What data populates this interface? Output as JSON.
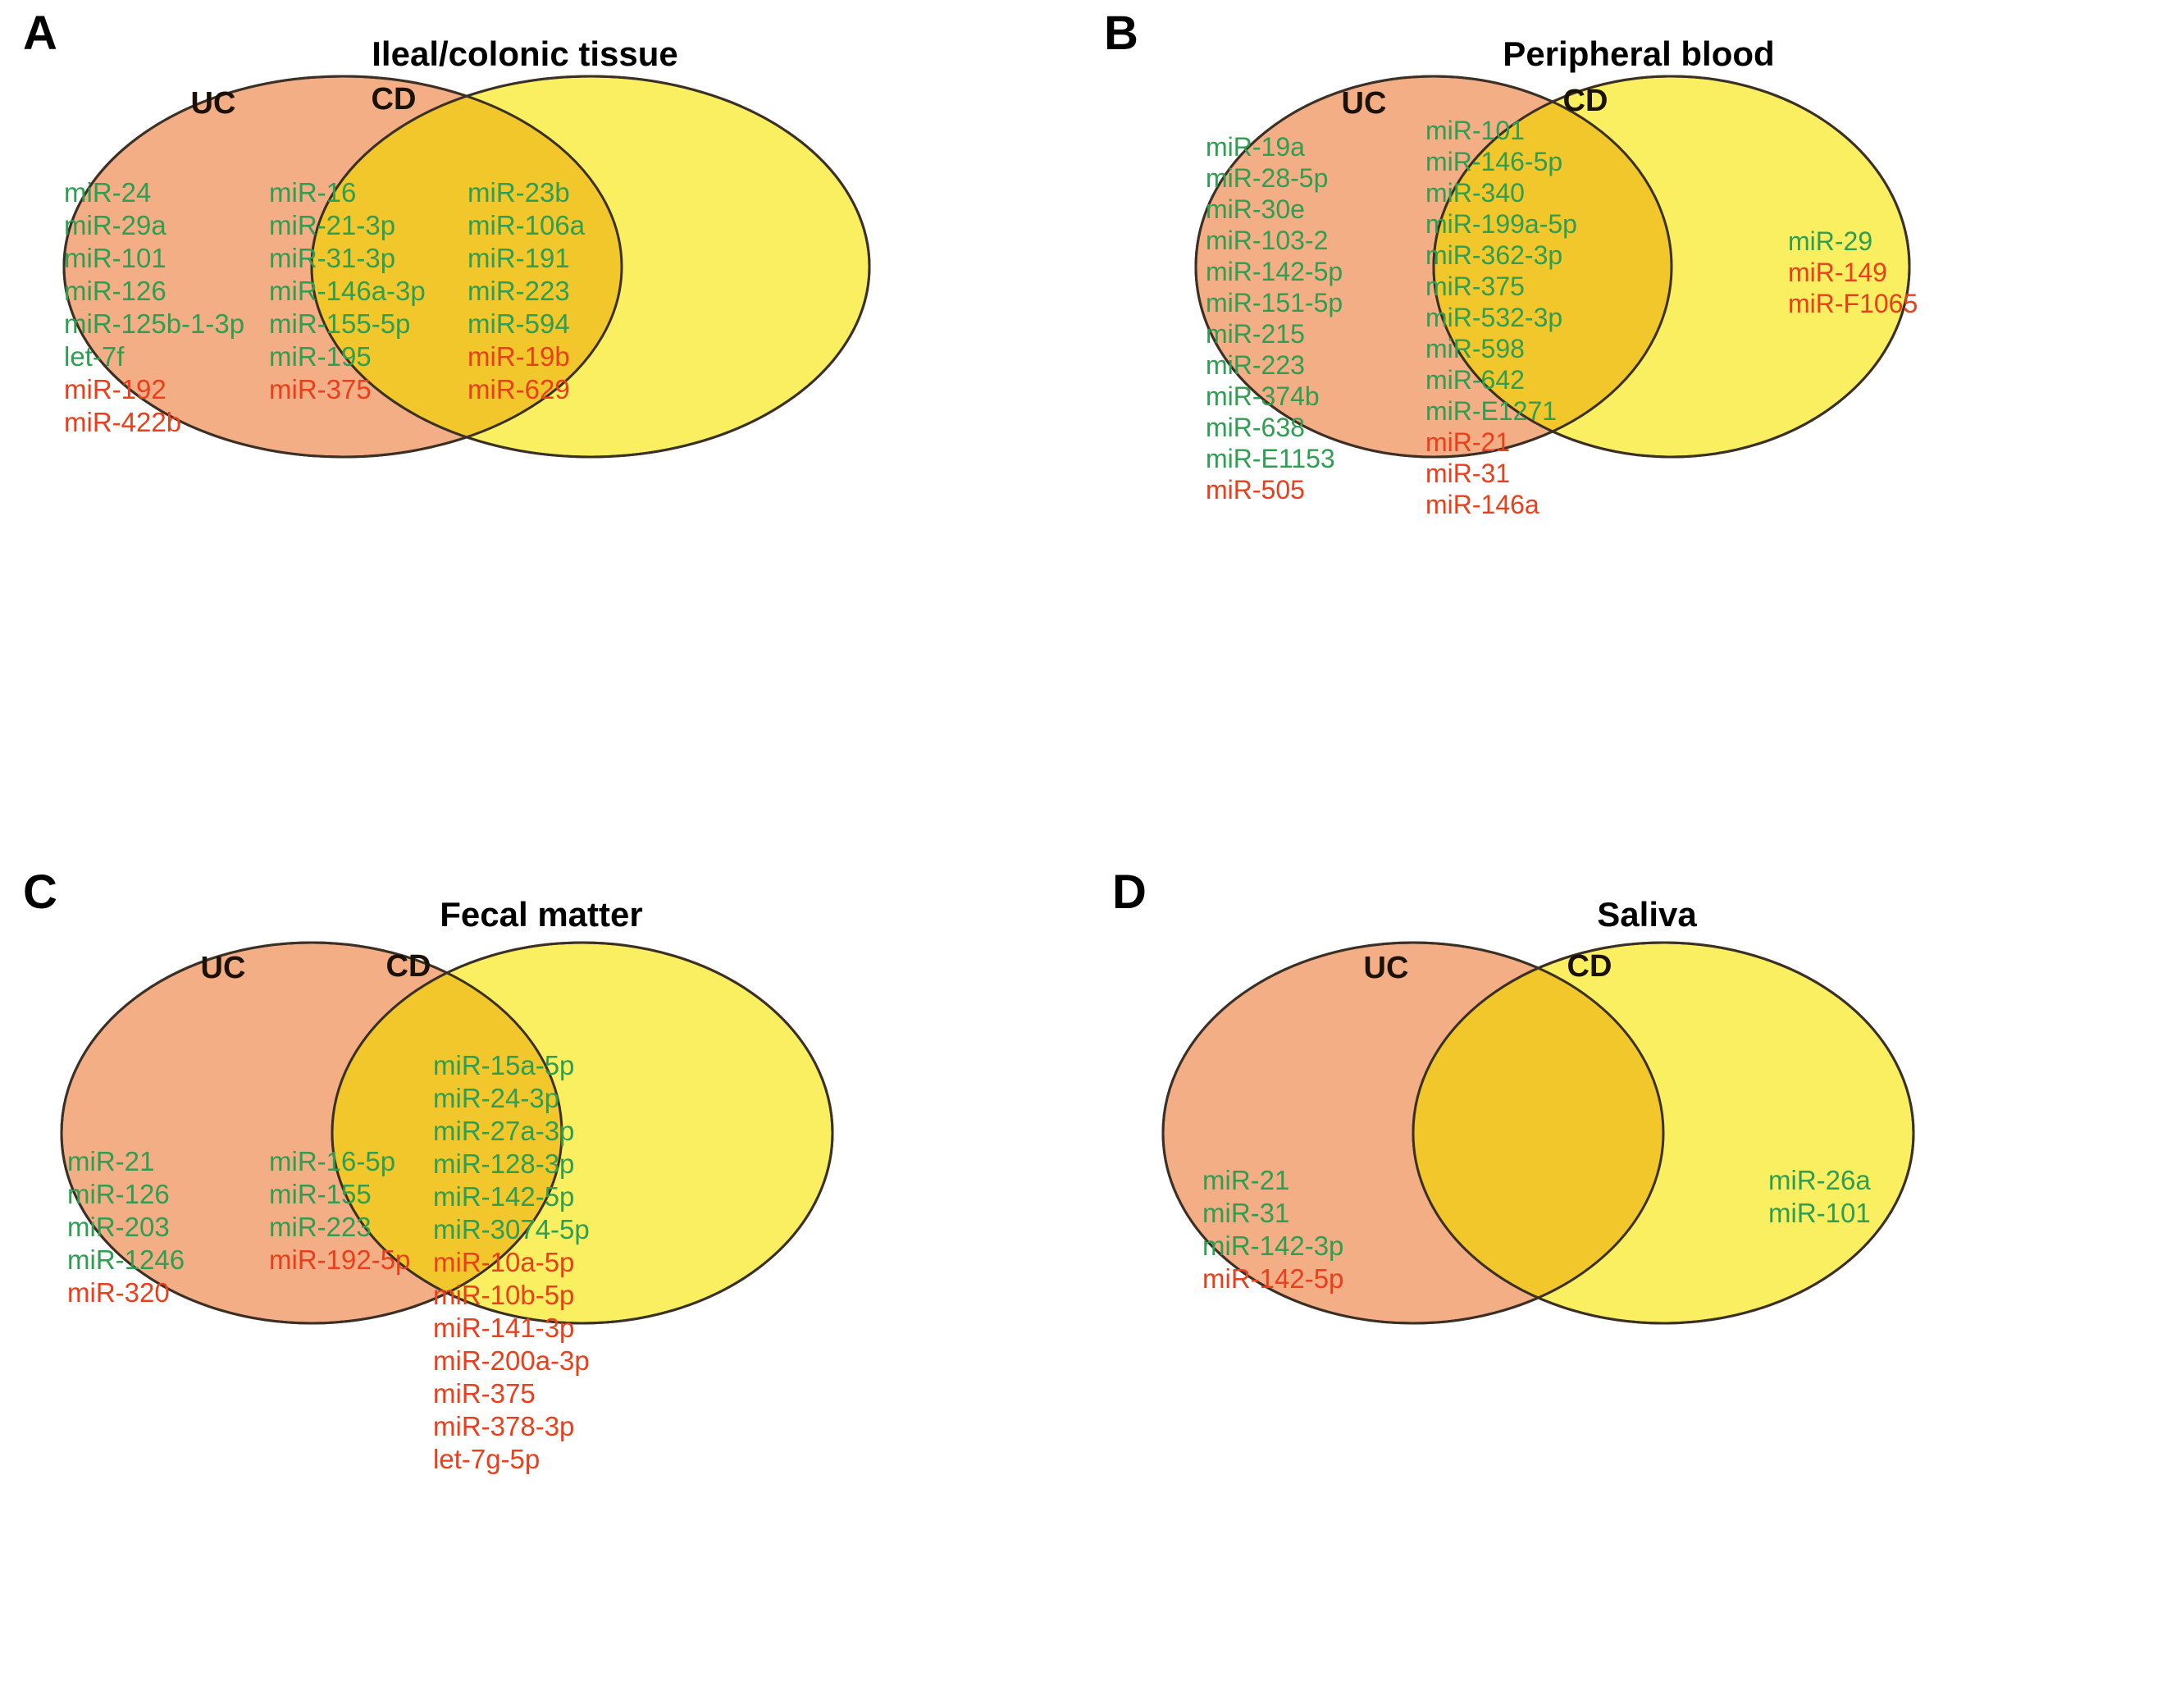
{
  "figure": {
    "colors": {
      "uc_fill": "#F3AE86",
      "cd_fill": "#FAEE55",
      "overlap_fill": "#F2C72B",
      "outline": "#3a3026",
      "upregulated": "#2f9e52",
      "downregulated": "#e8401c",
      "label_text": "#1a1208",
      "background": "#ffffff"
    },
    "set_labels": {
      "left": "UC",
      "right": "CD"
    }
  },
  "panels": [
    {
      "letter": "A",
      "title": "Ileal/colonic tissue",
      "uc_only": [
        {
          "name": "miR-24",
          "color": "g"
        },
        {
          "name": "miR-29a",
          "color": "g"
        },
        {
          "name": "miR-101",
          "color": "g"
        },
        {
          "name": "miR-126",
          "color": "g"
        },
        {
          "name": "miR-125b-1-3p",
          "color": "g"
        },
        {
          "name": "let-7f",
          "color": "g"
        },
        {
          "name": "miR-192",
          "color": "r"
        },
        {
          "name": "miR-422b",
          "color": "r"
        }
      ],
      "shared": [
        {
          "name": "miR-16",
          "color": "g"
        },
        {
          "name": "miR-21-3p",
          "color": "g"
        },
        {
          "name": "miR-31-3p",
          "color": "g"
        },
        {
          "name": "miR-146a-3p",
          "color": "g"
        },
        {
          "name": "miR-155-5p",
          "color": "g"
        },
        {
          "name": "miR-195",
          "color": "g"
        },
        {
          "name": "miR-375",
          "color": "r"
        }
      ],
      "cd_only": [
        {
          "name": "miR-23b",
          "color": "g"
        },
        {
          "name": "miR-106a",
          "color": "g"
        },
        {
          "name": "miR-191",
          "color": "g"
        },
        {
          "name": "miR-223",
          "color": "g"
        },
        {
          "name": "miR-594",
          "color": "g"
        },
        {
          "name": "miR-19b",
          "color": "r"
        },
        {
          "name": "miR-629",
          "color": "r"
        }
      ]
    },
    {
      "letter": "B",
      "title": "Peripheral blood",
      "uc_only": [
        {
          "name": "miR-19a",
          "color": "g"
        },
        {
          "name": "miR-28-5p",
          "color": "g"
        },
        {
          "name": "miR-30e",
          "color": "g"
        },
        {
          "name": "miR-103-2",
          "color": "g"
        },
        {
          "name": "miR-142-5p",
          "color": "g"
        },
        {
          "name": "miR-151-5p",
          "color": "g"
        },
        {
          "name": "miR-215",
          "color": "g"
        },
        {
          "name": "miR-223",
          "color": "g"
        },
        {
          "name": "miR-374b",
          "color": "g"
        },
        {
          "name": "miR-638",
          "color": "g"
        },
        {
          "name": "miR-E1153",
          "color": "g"
        },
        {
          "name": "miR-505",
          "color": "r"
        }
      ],
      "shared": [
        {
          "name": "miR-101",
          "color": "g"
        },
        {
          "name": "miR-146-5p",
          "color": "g"
        },
        {
          "name": "miR-340",
          "color": "g"
        },
        {
          "name": "miR-199a-5p",
          "color": "g"
        },
        {
          "name": "miR-362-3p",
          "color": "g"
        },
        {
          "name": "miR-375",
          "color": "g"
        },
        {
          "name": "miR-532-3p",
          "color": "g"
        },
        {
          "name": "miR-598",
          "color": "g"
        },
        {
          "name": "miR-642",
          "color": "g"
        },
        {
          "name": "miR-E1271",
          "color": "g"
        },
        {
          "name": "miR-21",
          "color": "r"
        },
        {
          "name": "miR-31",
          "color": "r"
        },
        {
          "name": "miR-146a",
          "color": "r"
        }
      ],
      "cd_only": [
        {
          "name": "miR-29",
          "color": "g"
        },
        {
          "name": "miR-149",
          "color": "r"
        },
        {
          "name": "miR-F1065",
          "color": "r"
        }
      ]
    },
    {
      "letter": "C",
      "title": "Fecal matter",
      "uc_only": [
        {
          "name": "miR-21",
          "color": "g"
        },
        {
          "name": "miR-126",
          "color": "g"
        },
        {
          "name": "miR-203",
          "color": "g"
        },
        {
          "name": "miR-1246",
          "color": "g"
        },
        {
          "name": "miR-320",
          "color": "r"
        }
      ],
      "shared": [
        {
          "name": "miR-16-5p",
          "color": "g"
        },
        {
          "name": "miR-155",
          "color": "g"
        },
        {
          "name": "miR-223",
          "color": "g"
        },
        {
          "name": "miR-192-5p",
          "color": "r"
        }
      ],
      "cd_only": [
        {
          "name": "miR-15a-5p",
          "color": "g"
        },
        {
          "name": "miR-24-3p",
          "color": "g"
        },
        {
          "name": "miR-27a-3p",
          "color": "g"
        },
        {
          "name": "miR-128-3p",
          "color": "g"
        },
        {
          "name": "miR-142-5p",
          "color": "g"
        },
        {
          "name": "miR-3074-5p",
          "color": "g"
        },
        {
          "name": "miR-10a-5p",
          "color": "r"
        },
        {
          "name": "miR-10b-5p",
          "color": "r"
        },
        {
          "name": "miR-141-3p",
          "color": "r"
        },
        {
          "name": "miR-200a-3p",
          "color": "r"
        },
        {
          "name": "miR-375",
          "color": "r"
        },
        {
          "name": "miR-378-3p",
          "color": "r"
        },
        {
          "name": "let-7g-5p",
          "color": "r"
        }
      ]
    },
    {
      "letter": "D",
      "title": "Saliva",
      "uc_only": [
        {
          "name": "miR-21",
          "color": "g"
        },
        {
          "name": "miR-31",
          "color": "g"
        },
        {
          "name": "miR-142-3p",
          "color": "g"
        },
        {
          "name": "miR-142-5p",
          "color": "r"
        }
      ],
      "shared": [],
      "cd_only": [
        {
          "name": "miR-26a",
          "color": "g"
        },
        {
          "name": "miR-101",
          "color": "g"
        }
      ]
    }
  ]
}
